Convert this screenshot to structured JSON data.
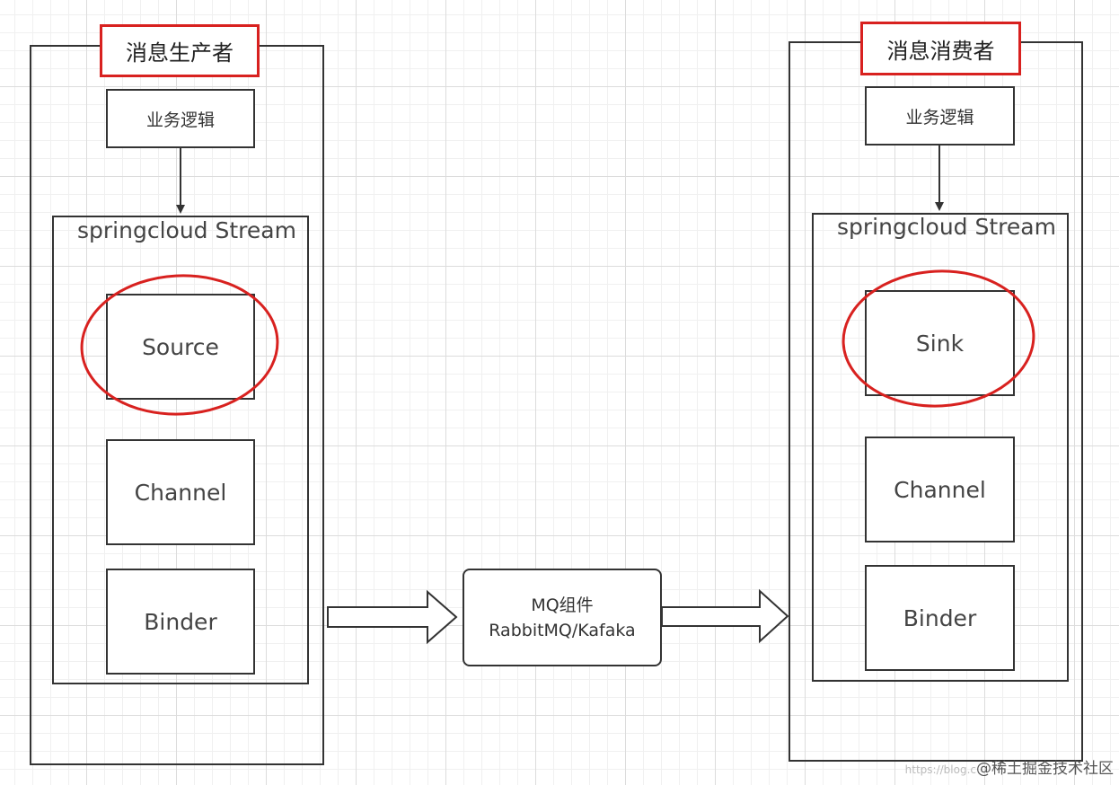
{
  "producer": {
    "title": "消息生产者",
    "business": "业务逻辑",
    "stream": "springcloud Stream",
    "source": "Source",
    "channel": "Channel",
    "binder": "Binder"
  },
  "consumer": {
    "title": "消息消费者",
    "business": "业务逻辑",
    "stream": "springcloud Stream",
    "sink": "Sink",
    "channel": "Channel",
    "binder": "Binder"
  },
  "middleware": {
    "line1": "MQ组件",
    "line2": "RabbitMQ/Kafaka"
  },
  "watermark": {
    "faint": "https://blog.c",
    "text": "@稀土掘金技术社区"
  },
  "colors": {
    "highlight": "#d8211f",
    "stroke": "#333333"
  }
}
